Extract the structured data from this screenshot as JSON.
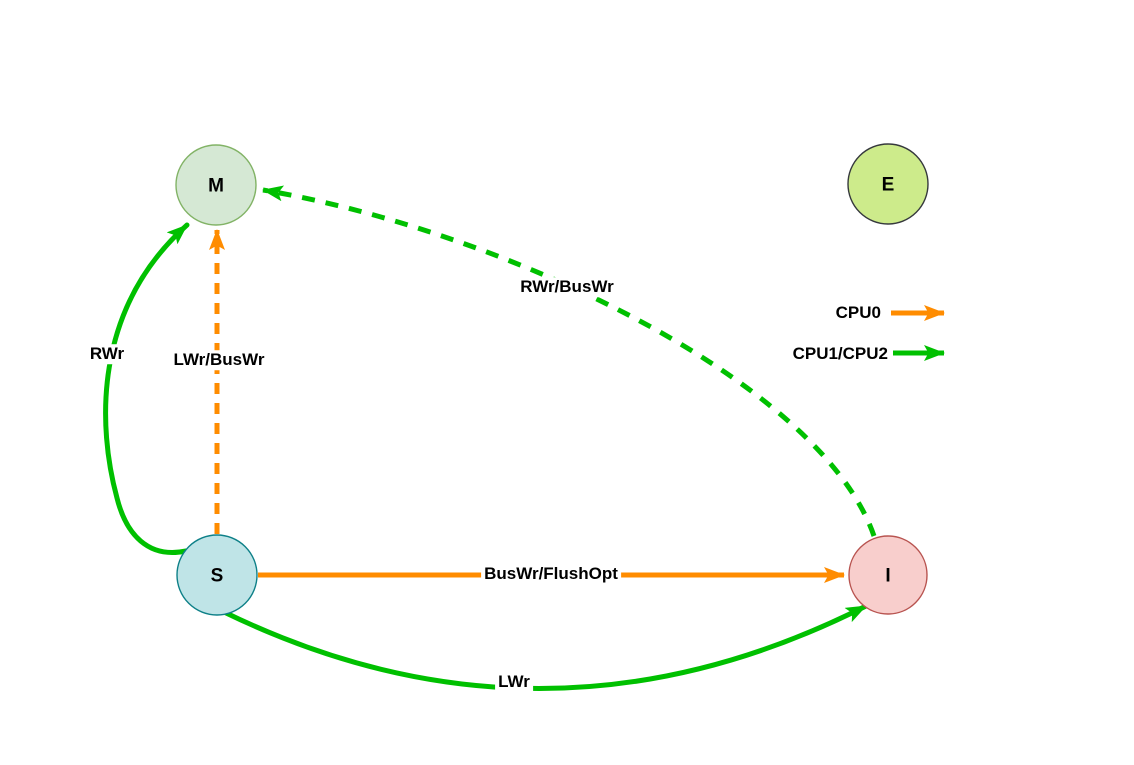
{
  "diagram": {
    "type": "state-transition-diagram",
    "subject": "cache coherence protocol states",
    "nodes": [
      {
        "id": "M",
        "label": "M",
        "fill": "#d5e8d4",
        "stroke": "#82b366"
      },
      {
        "id": "E",
        "label": "E",
        "fill": "#cdeb8b",
        "stroke": "#36393d"
      },
      {
        "id": "S",
        "label": "S",
        "fill": "#bfe4e7",
        "stroke": "#0e8088"
      },
      {
        "id": "I",
        "label": "I",
        "fill": "#f8cecc",
        "stroke": "#b85450"
      }
    ],
    "edges": [
      {
        "from": "S",
        "to": "M",
        "label": "RWr",
        "style": "solid",
        "cpu": "CPU1/CPU2",
        "color": "#00c000"
      },
      {
        "from": "S",
        "to": "M",
        "label": "LWr/BusWr",
        "style": "dashed",
        "cpu": "CPU0",
        "color": "#ff8c00"
      },
      {
        "from": "I",
        "to": "M",
        "label": "RWr/BusWr",
        "style": "dashed",
        "cpu": "CPU1/CPU2",
        "color": "#00c000"
      },
      {
        "from": "S",
        "to": "I",
        "label": "BusWr/FlushOpt",
        "style": "solid",
        "cpu": "CPU0",
        "color": "#ff8c00"
      },
      {
        "from": "S",
        "to": "I",
        "label": "LWr",
        "style": "solid",
        "cpu": "CPU1/CPU2",
        "color": "#00c000"
      }
    ]
  },
  "legend": {
    "items": [
      {
        "label": "CPU0",
        "color": "#ff8c00"
      },
      {
        "label": "CPU1/CPU2",
        "color": "#00c000"
      }
    ]
  },
  "colors": {
    "cpu0_orange": "#ff8c00",
    "cpu1_green": "#00c000",
    "background": "#ffffff"
  }
}
